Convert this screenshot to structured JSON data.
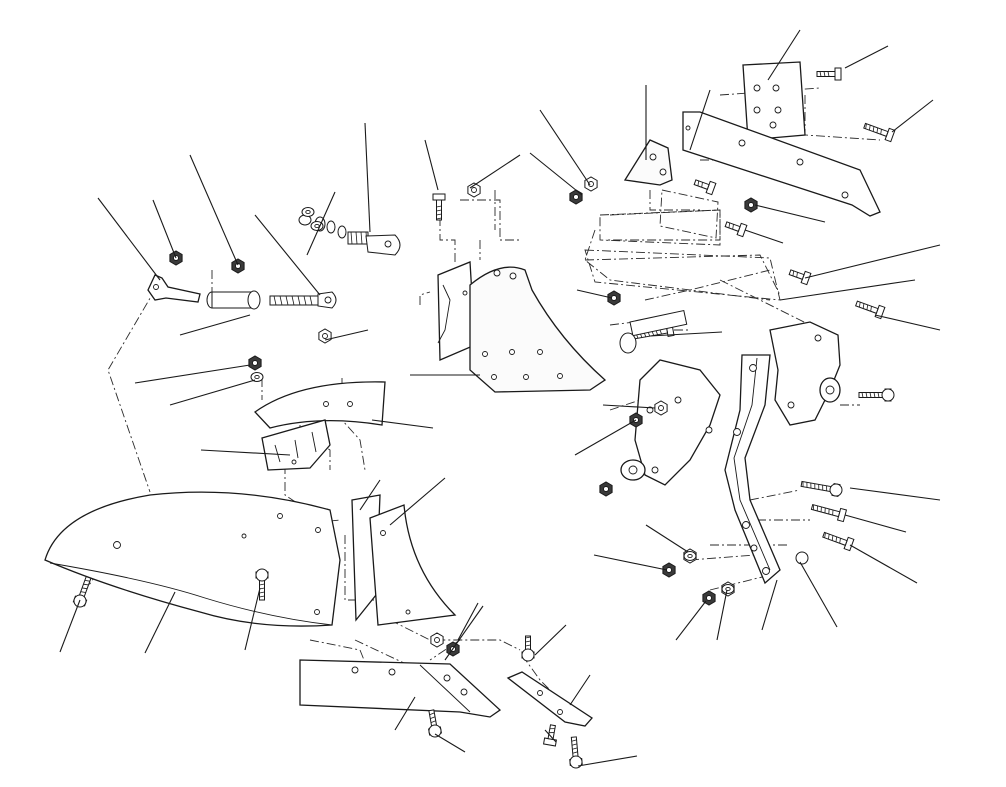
{
  "figure": {
    "colors": {
      "line": "#1a1a1a",
      "paper": "#ffffff",
      "part_fill": "#fbfbfb",
      "dark_hardware": "#3a3a3a"
    },
    "callout_count": 48,
    "callouts": [
      {
        "id": "c01",
        "label": ""
      },
      {
        "id": "c02",
        "label": ""
      },
      {
        "id": "c03",
        "label": ""
      },
      {
        "id": "c04",
        "label": ""
      },
      {
        "id": "c05",
        "label": ""
      },
      {
        "id": "c06",
        "label": ""
      },
      {
        "id": "c07",
        "label": ""
      },
      {
        "id": "c08",
        "label": ""
      },
      {
        "id": "c09",
        "label": ""
      },
      {
        "id": "c10",
        "label": ""
      },
      {
        "id": "c11",
        "label": ""
      },
      {
        "id": "c12",
        "label": ""
      },
      {
        "id": "c13",
        "label": ""
      },
      {
        "id": "c14",
        "label": ""
      },
      {
        "id": "c15",
        "label": ""
      },
      {
        "id": "c16",
        "label": ""
      },
      {
        "id": "c17",
        "label": ""
      },
      {
        "id": "c18",
        "label": ""
      },
      {
        "id": "c19",
        "label": ""
      },
      {
        "id": "c20",
        "label": ""
      },
      {
        "id": "c21",
        "label": ""
      },
      {
        "id": "c22",
        "label": ""
      },
      {
        "id": "c23",
        "label": ""
      },
      {
        "id": "c24",
        "label": ""
      },
      {
        "id": "c25",
        "label": ""
      },
      {
        "id": "c26",
        "label": ""
      },
      {
        "id": "c27",
        "label": ""
      },
      {
        "id": "c28",
        "label": ""
      },
      {
        "id": "c29",
        "label": ""
      },
      {
        "id": "c30",
        "label": ""
      },
      {
        "id": "c31",
        "label": ""
      },
      {
        "id": "c32",
        "label": ""
      },
      {
        "id": "c33",
        "label": ""
      },
      {
        "id": "c34",
        "label": ""
      },
      {
        "id": "c35",
        "label": ""
      },
      {
        "id": "c36",
        "label": ""
      },
      {
        "id": "c37",
        "label": ""
      },
      {
        "id": "c38",
        "label": ""
      },
      {
        "id": "c39",
        "label": ""
      },
      {
        "id": "c40",
        "label": ""
      },
      {
        "id": "c41",
        "label": ""
      },
      {
        "id": "c42",
        "label": ""
      },
      {
        "id": "c43",
        "label": ""
      },
      {
        "id": "c44",
        "label": ""
      },
      {
        "id": "c45",
        "label": ""
      },
      {
        "id": "c46",
        "label": ""
      },
      {
        "id": "c47",
        "label": ""
      },
      {
        "id": "c48",
        "label": ""
      }
    ],
    "parts": [
      {
        "id": "moldboard",
        "icon": "moldboard-icon"
      },
      {
        "id": "shin",
        "icon": "shin-plate-icon"
      },
      {
        "id": "share",
        "icon": "plow-share-icon"
      },
      {
        "id": "landside",
        "icon": "landside-icon"
      },
      {
        "id": "frog",
        "icon": "frog-casting-icon"
      },
      {
        "id": "beam-bracket",
        "icon": "beam-bracket-icon"
      },
      {
        "id": "standard",
        "icon": "plow-standard-icon"
      },
      {
        "id": "coulter-bracket",
        "icon": "coulter-bracket-icon"
      },
      {
        "id": "brace-rod",
        "icon": "brace-rod-icon"
      },
      {
        "id": "hitch-plate",
        "icon": "hitch-plate-icon"
      }
    ]
  }
}
